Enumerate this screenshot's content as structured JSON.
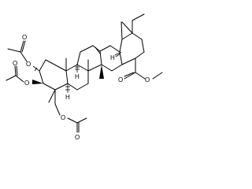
{
  "molecule": {
    "atom_labels": {
      "o_c2": "O",
      "o_c2_carbonyl": "O",
      "o_c3": "O",
      "o_c3_carbonyl": "O",
      "o_c23": "O",
      "o_c23_carbonyl": "O",
      "o_ester_carbonyl": "O",
      "o_ester": "O",
      "h_c18": "H",
      "h_c9": "H",
      "h_c5": "H"
    },
    "colors": {
      "bond": "#000000",
      "background": "#ffffff"
    }
  }
}
